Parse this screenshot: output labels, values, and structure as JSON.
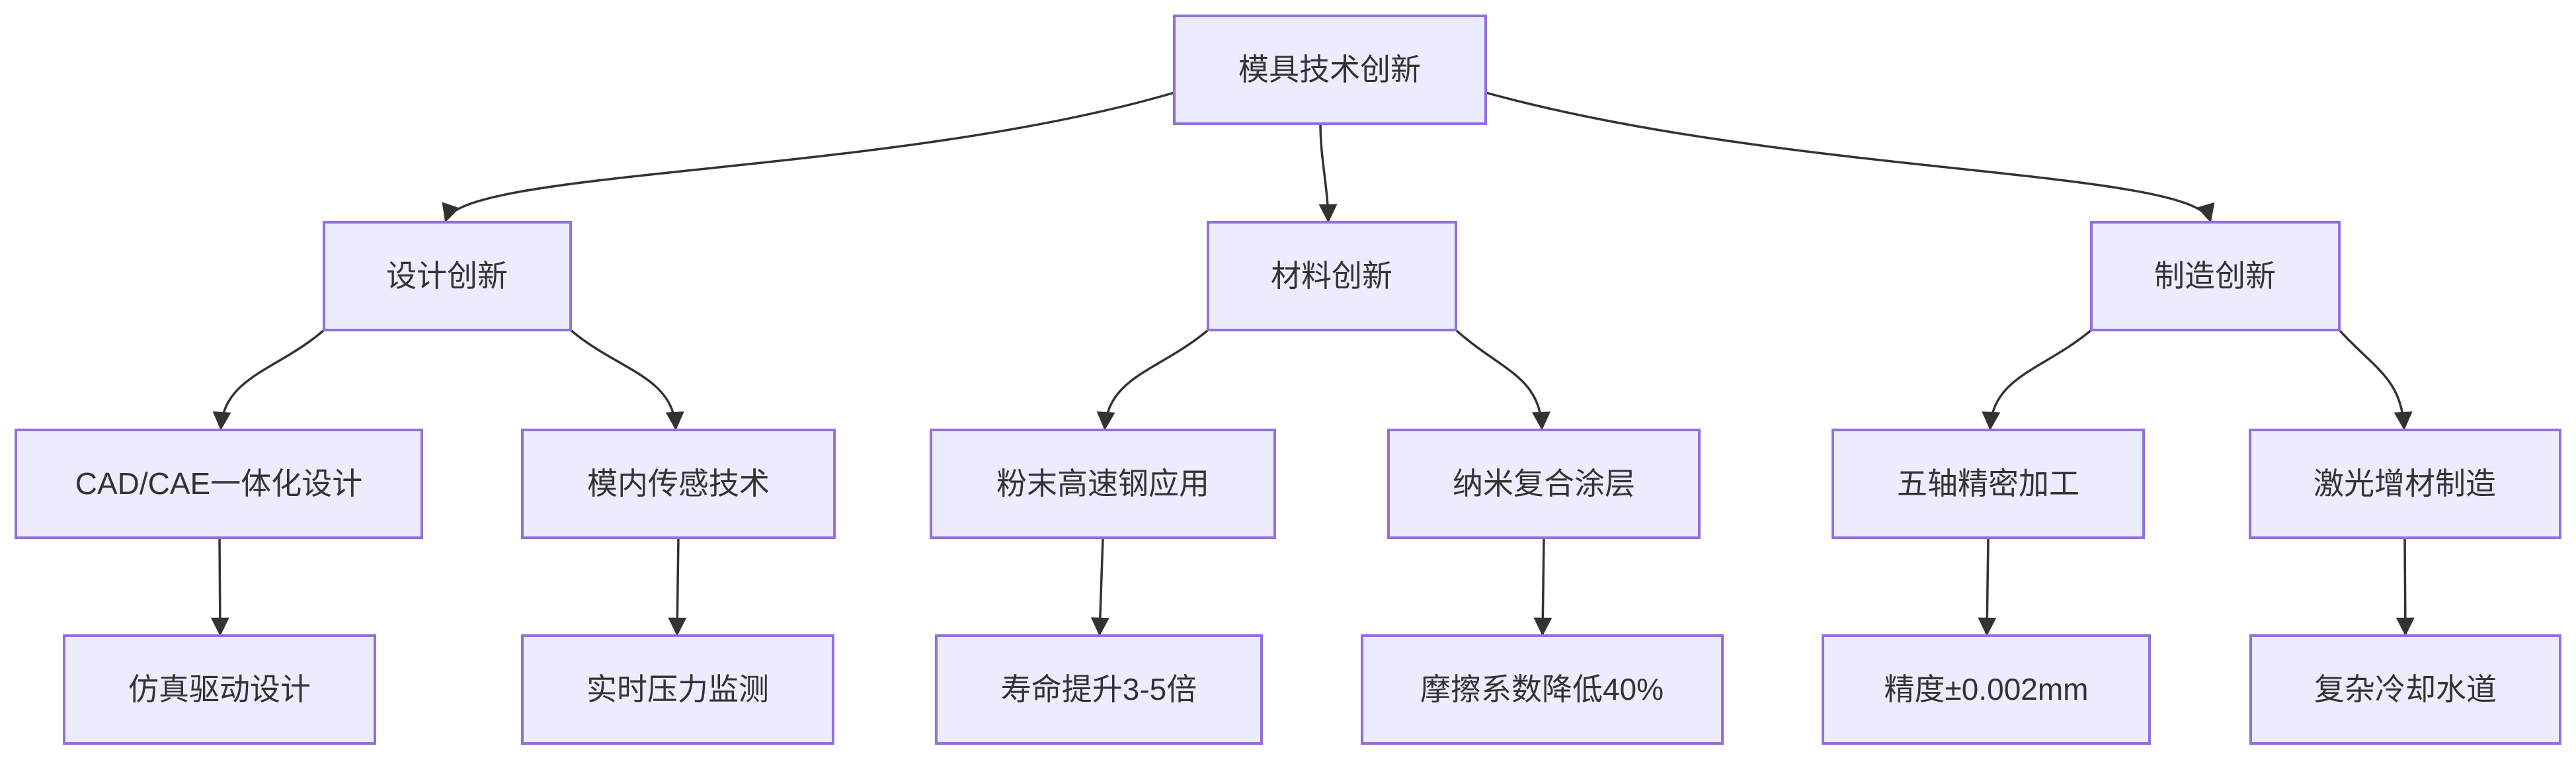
{
  "diagram": {
    "type": "flowchart",
    "direction": "top-down",
    "colors": {
      "node_fill": "#ECECFF",
      "node_border": "#9370DB",
      "edge_line": "#333333",
      "text": "#333333",
      "background": "#FFFFFF"
    },
    "nodes": {
      "root": {
        "label": "模具技术创新"
      },
      "design": {
        "label": "设计创新"
      },
      "material": {
        "label": "材料创新"
      },
      "manufacturing": {
        "label": "制造创新"
      },
      "cad_cae": {
        "label": "CAD/CAE一体化设计"
      },
      "in_mold_sensing": {
        "label": "模内传感技术"
      },
      "powder_hss": {
        "label": "粉末高速钢应用"
      },
      "nano_coating": {
        "label": "纳米复合涂层"
      },
      "five_axis": {
        "label": "五轴精密加工"
      },
      "laser_am": {
        "label": "激光增材制造"
      },
      "simulation_driven": {
        "label": "仿真驱动设计"
      },
      "pressure_monitoring": {
        "label": "实时压力监测"
      },
      "life_boost": {
        "label": "寿命提升3-5倍"
      },
      "friction_reduction": {
        "label": "摩擦系数降低40%"
      },
      "precision": {
        "label": "精度±0.002mm"
      },
      "cooling_channels": {
        "label": "复杂冷却水道"
      }
    },
    "edges": [
      {
        "from": "模具技术创新",
        "to": "设计创新"
      },
      {
        "from": "模具技术创新",
        "to": "材料创新"
      },
      {
        "from": "模具技术创新",
        "to": "制造创新"
      },
      {
        "from": "设计创新",
        "to": "CAD/CAE一体化设计"
      },
      {
        "from": "设计创新",
        "to": "模内传感技术"
      },
      {
        "from": "材料创新",
        "to": "粉末高速钢应用"
      },
      {
        "from": "材料创新",
        "to": "纳米复合涂层"
      },
      {
        "from": "制造创新",
        "to": "五轴精密加工"
      },
      {
        "from": "制造创新",
        "to": "激光增材制造"
      },
      {
        "from": "CAD/CAE一体化设计",
        "to": "仿真驱动设计"
      },
      {
        "from": "模内传感技术",
        "to": "实时压力监测"
      },
      {
        "from": "粉末高速钢应用",
        "to": "寿命提升3-5倍"
      },
      {
        "from": "纳米复合涂层",
        "to": "摩擦系数降低40%"
      },
      {
        "from": "五轴精密加工",
        "to": "精度±0.002mm"
      },
      {
        "from": "激光增材制造",
        "to": "复杂冷却水道"
      }
    ]
  }
}
